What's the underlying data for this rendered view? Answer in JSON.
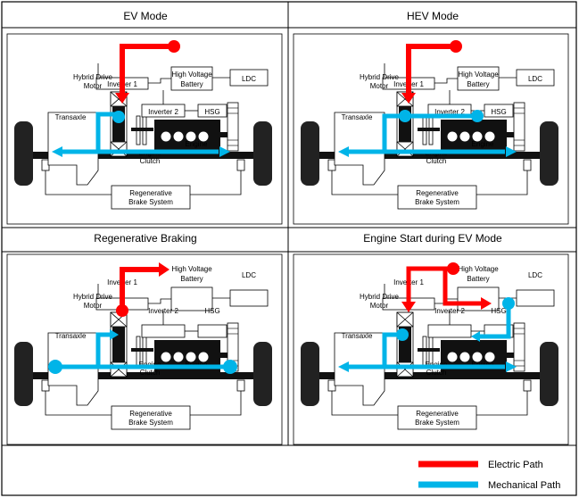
{
  "panels": [
    {
      "title": "EV Mode"
    },
    {
      "title": "HEV Mode"
    },
    {
      "title": "Regenerative Braking"
    },
    {
      "title": "Engine Start during EV Mode"
    }
  ],
  "labels": {
    "inverter1": "Inverter 1",
    "inverter2": "Inverter 2",
    "hv_line1": "High Voltage",
    "hv_line2": "Battery",
    "ldc": "LDC",
    "hsg": "HSG",
    "hdm_line1": "Hybrid Drive",
    "hdm_line2": "Motor",
    "transaxle": "Transaxle",
    "engine": "Engine",
    "clutch_line1": "Engine",
    "clutch_line2": "Clutch",
    "rbs_line1": "Regenerative",
    "rbs_line2": "Brake System"
  },
  "legend": {
    "electric": "Electric Path",
    "mechanical": "Mechanical Path",
    "electric_color": "#ff0000",
    "mechanical_color": "#00b4e8"
  }
}
